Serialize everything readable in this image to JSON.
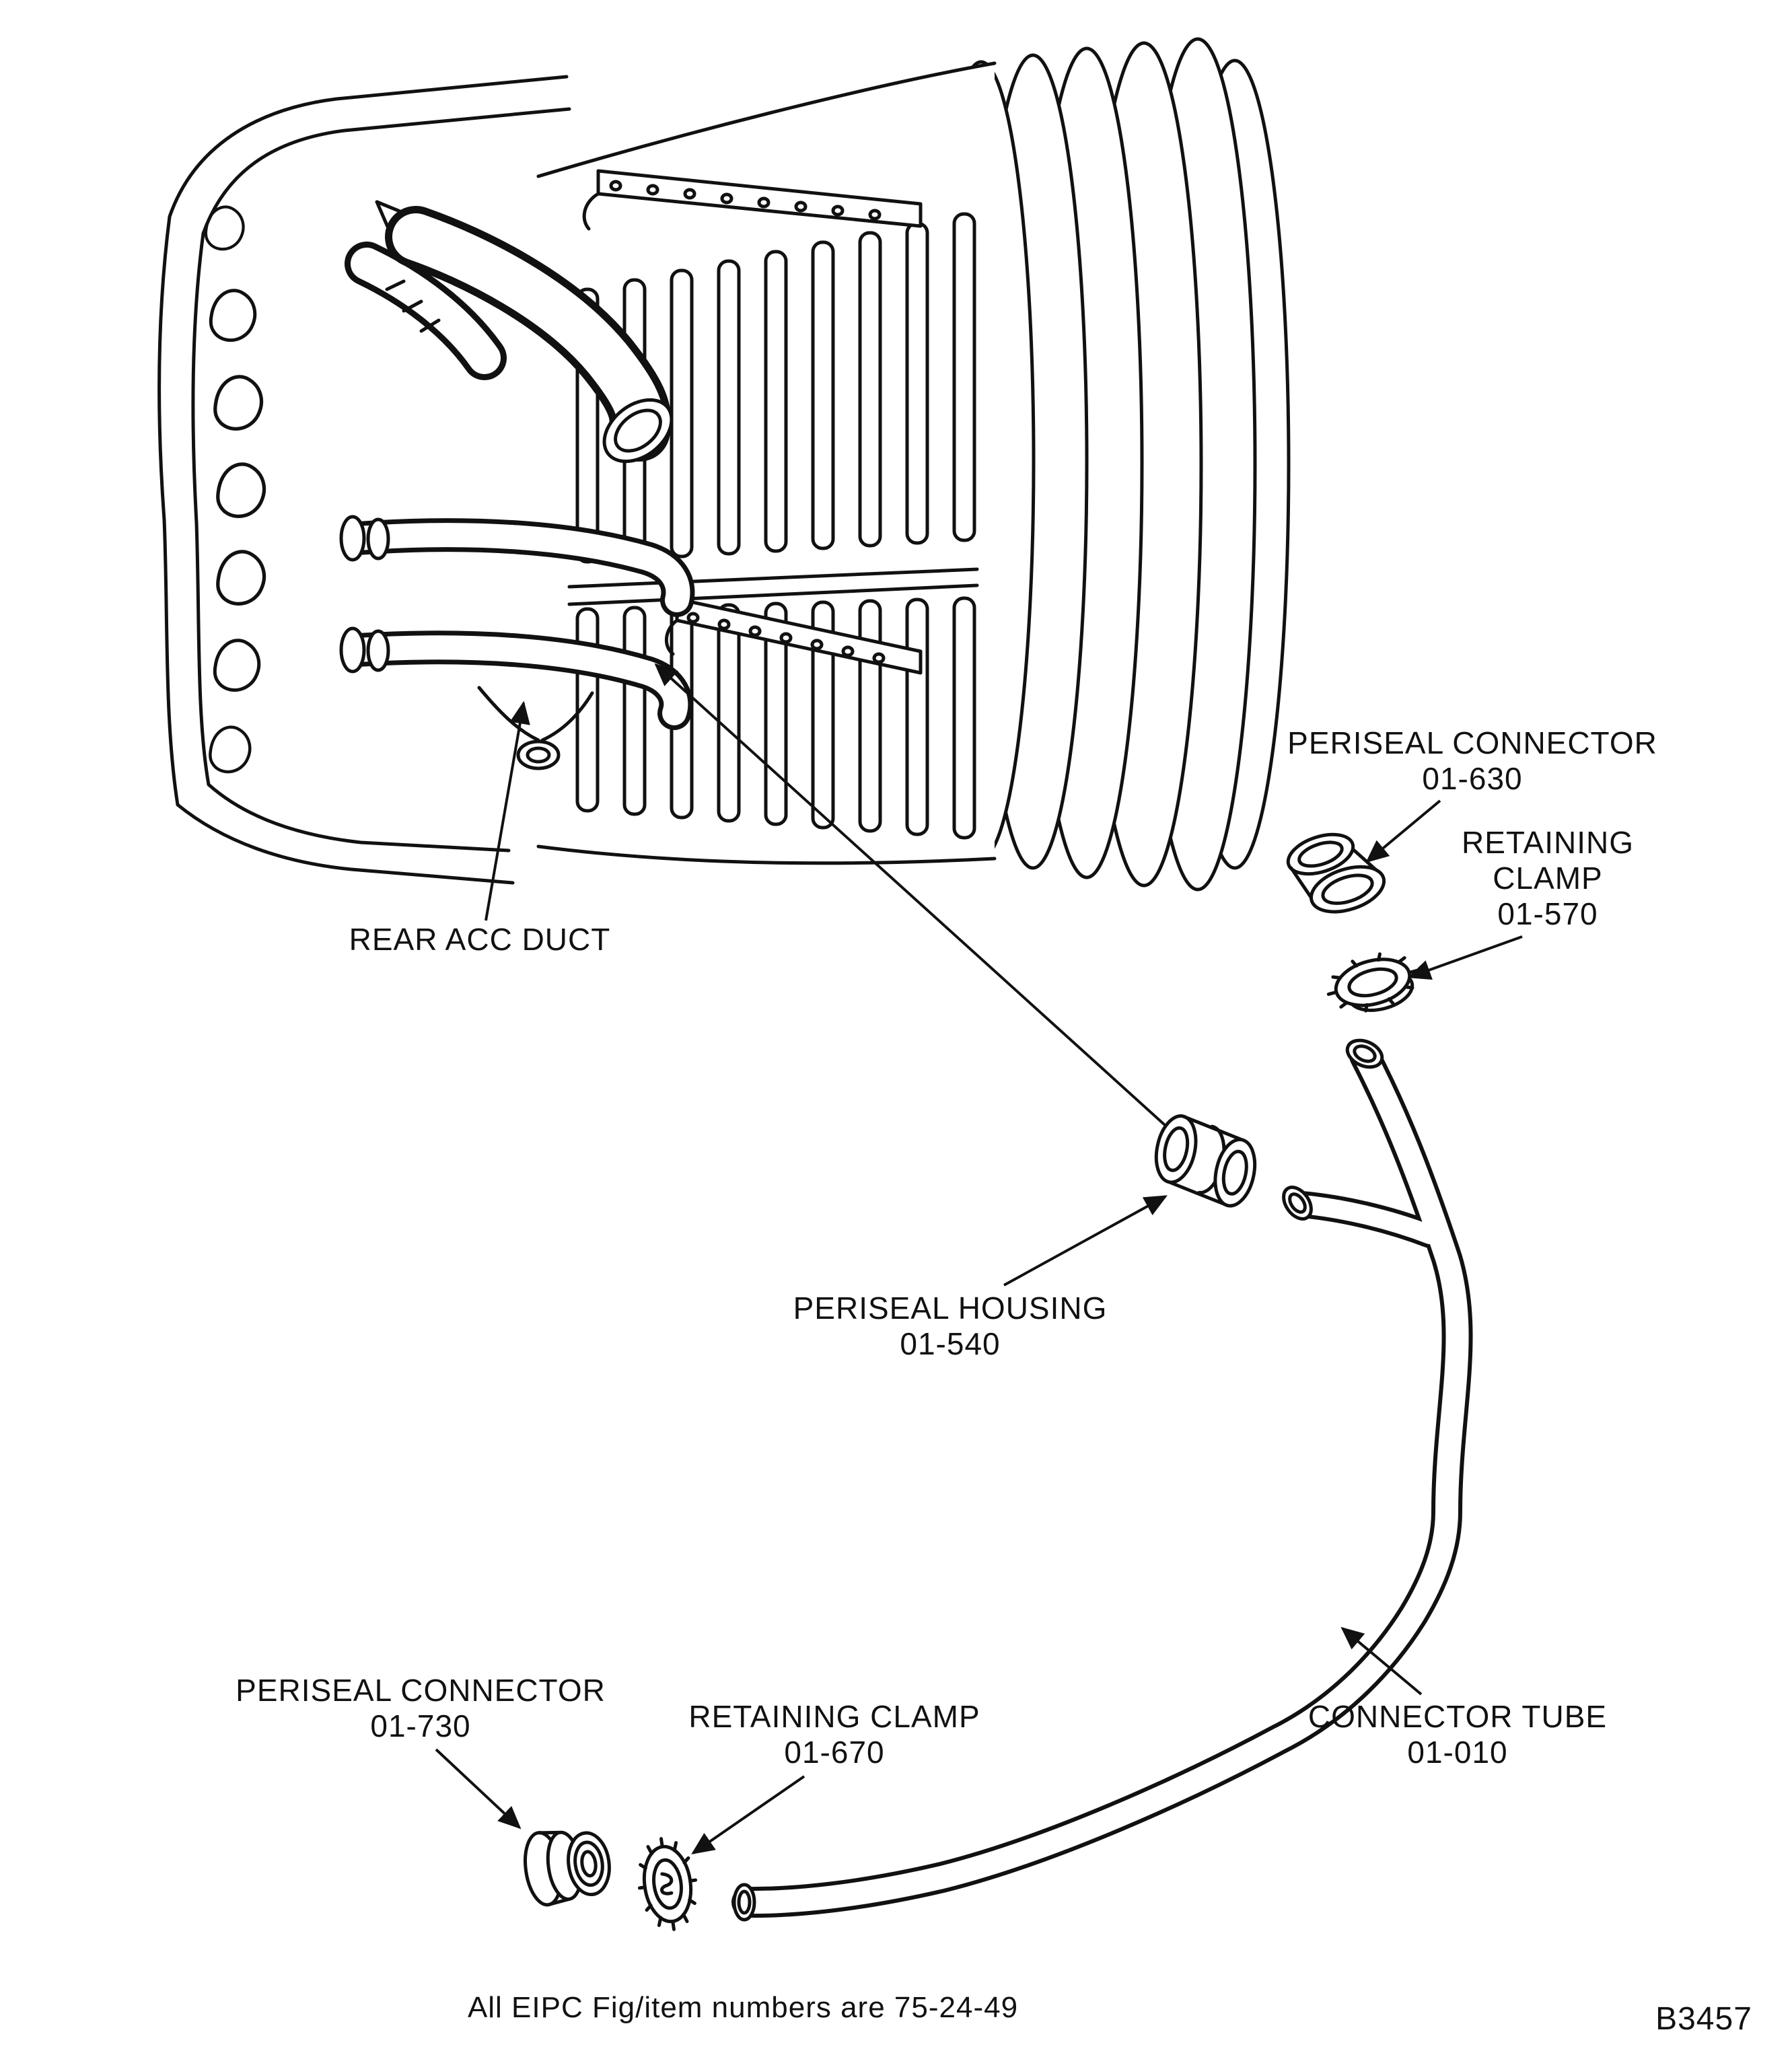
{
  "colors": {
    "ink": "#111111",
    "paper": "#ffffff"
  },
  "figure": {
    "footer_note": "All EIPC  Fig/item numbers are 75-24-49",
    "figure_code": "B3457"
  },
  "labels": {
    "rear_acc_duct": {
      "line1": "REAR ACC DUCT"
    },
    "periseal_connector_top": {
      "line1": "PERISEAL CONNECTOR",
      "line2": "01-630"
    },
    "retaining_clamp_top": {
      "line1": "RETAINING",
      "line2": "CLAMP",
      "line3": "01-570"
    },
    "periseal_housing": {
      "line1": "PERISEAL HOUSING",
      "line2": "01-540"
    },
    "periseal_connector_bottom": {
      "line1": "PERISEAL CONNECTOR",
      "line2": "01-730"
    },
    "retaining_clamp_bottom": {
      "line1": "RETAINING CLAMP",
      "line2": "01-670"
    },
    "connector_tube": {
      "line1": "CONNECTOR TUBE",
      "line2": "01-010"
    }
  }
}
